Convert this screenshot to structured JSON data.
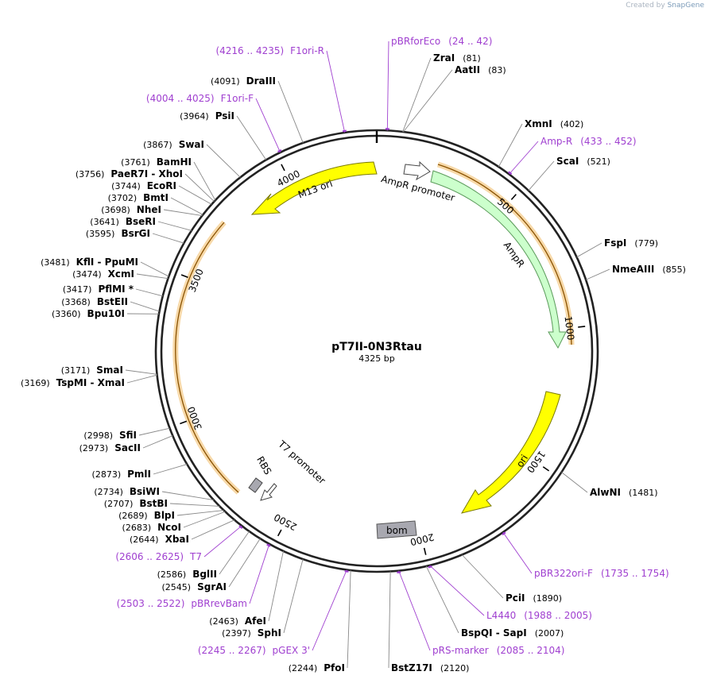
{
  "header": {
    "prefix": "Created by",
    "brand": "SnapGene"
  },
  "plasmid": {
    "name": "pT7II-0N3Rtau",
    "length_label": "4325 bp",
    "length": 4325
  },
  "ticks": [
    {
      "bp": 500,
      "label": "500"
    },
    {
      "bp": 1000,
      "label": "1000"
    },
    {
      "bp": 1500,
      "label": "1500"
    },
    {
      "bp": 2000,
      "label": "2000"
    },
    {
      "bp": 2500,
      "label": "2500"
    },
    {
      "bp": 3000,
      "label": "3000"
    },
    {
      "bp": 3500,
      "label": "3500"
    },
    {
      "bp": 4000,
      "label": "4000"
    }
  ],
  "features": [
    {
      "name": "AmpR promoter",
      "color": "#ffffff"
    },
    {
      "name": "AmpR",
      "color": "#ccffcc"
    },
    {
      "name": "ori",
      "color": "#ffff00"
    },
    {
      "name": "bom",
      "color": "#a8a8b0"
    },
    {
      "name": "T7 promoter",
      "color": "#ffffff"
    },
    {
      "name": "RBS",
      "color": "#a8a8b0"
    },
    {
      "name": "M13 ori",
      "color": "#ffff00"
    }
  ],
  "labels": {
    "right": [
      {
        "type": "primer",
        "name": "pBRforEco",
        "pos": "(24 .. 42)"
      },
      {
        "type": "enzyme",
        "name": "ZraI",
        "pos": "(81)"
      },
      {
        "type": "enzyme",
        "name": "AatII",
        "pos": "(83)"
      },
      {
        "type": "enzyme",
        "name": "XmnI",
        "pos": "(402)"
      },
      {
        "type": "primer",
        "name": "Amp-R",
        "pos": "(433 .. 452)"
      },
      {
        "type": "enzyme",
        "name": "ScaI",
        "pos": "(521)"
      },
      {
        "type": "enzyme",
        "name": "FspI",
        "pos": "(779)"
      },
      {
        "type": "enzyme",
        "name": "NmeAIII",
        "pos": "(855)"
      },
      {
        "type": "enzyme",
        "name": "AlwNI",
        "pos": "(1481)"
      },
      {
        "type": "primer",
        "name": "pBR322ori-F",
        "pos": "(1735 .. 1754)"
      },
      {
        "type": "enzyme",
        "name": "PciI",
        "pos": "(1890)"
      },
      {
        "type": "primer",
        "name": "L4440",
        "pos": "(1988 .. 2005)"
      },
      {
        "type": "enzyme",
        "name": "BspQI - SapI",
        "pos": "(2007)"
      },
      {
        "type": "primer",
        "name": "pRS-marker",
        "pos": "(2085 .. 2104)"
      },
      {
        "type": "enzyme",
        "name": "BstZ17I",
        "pos": "(2120)"
      }
    ],
    "left": [
      {
        "type": "primer",
        "name": "F1ori-R",
        "pos": "(4216 .. 4235)"
      },
      {
        "type": "enzyme",
        "name": "DraIII",
        "pos": "(4091)"
      },
      {
        "type": "primer",
        "name": "F1ori-F",
        "pos": "(4004 .. 4025)"
      },
      {
        "type": "enzyme",
        "name": "PsiI",
        "pos": "(3964)"
      },
      {
        "type": "enzyme",
        "name": "SwaI",
        "pos": "(3867)"
      },
      {
        "type": "enzyme",
        "name": "BamHI",
        "pos": "(3761)"
      },
      {
        "type": "enzyme",
        "name": "PaeR7I - XhoI",
        "pos": "(3756)"
      },
      {
        "type": "enzyme",
        "name": "EcoRI",
        "pos": "(3744)"
      },
      {
        "type": "enzyme",
        "name": "BmtI",
        "pos": "(3702)"
      },
      {
        "type": "enzyme",
        "name": "NheI",
        "pos": "(3698)"
      },
      {
        "type": "enzyme",
        "name": "BseRI",
        "pos": "(3641)"
      },
      {
        "type": "enzyme",
        "name": "BsrGI",
        "pos": "(3595)"
      },
      {
        "type": "enzyme",
        "name": "KflI - PpuMI",
        "pos": "(3481)"
      },
      {
        "type": "enzyme",
        "name": "XcmI",
        "pos": "(3474)"
      },
      {
        "type": "enzyme",
        "name": "PflMI *",
        "pos": "(3417)"
      },
      {
        "type": "enzyme",
        "name": "BstEII",
        "pos": "(3368)"
      },
      {
        "type": "enzyme",
        "name": "Bpu10I",
        "pos": "(3360)"
      },
      {
        "type": "enzyme",
        "name": "SmaI",
        "pos": "(3171)"
      },
      {
        "type": "enzyme",
        "name": "TspMI - XmaI",
        "pos": "(3169)"
      },
      {
        "type": "enzyme",
        "name": "SfiI",
        "pos": "(2998)"
      },
      {
        "type": "enzyme",
        "name": "SacII",
        "pos": "(2973)"
      },
      {
        "type": "enzyme",
        "name": "PmlI",
        "pos": "(2873)"
      },
      {
        "type": "enzyme",
        "name": "BsiWI",
        "pos": "(2734)"
      },
      {
        "type": "enzyme",
        "name": "BstBI",
        "pos": "(2707)"
      },
      {
        "type": "enzyme",
        "name": "BlpI",
        "pos": "(2689)"
      },
      {
        "type": "enzyme",
        "name": "NcoI",
        "pos": "(2683)"
      },
      {
        "type": "enzyme",
        "name": "XbaI",
        "pos": "(2644)"
      },
      {
        "type": "primer",
        "name": "T7",
        "pos": "(2606 .. 2625)"
      },
      {
        "type": "enzyme",
        "name": "BglII",
        "pos": "(2586)"
      },
      {
        "type": "enzyme",
        "name": "SgrAI",
        "pos": "(2545)"
      },
      {
        "type": "primer",
        "name": "pBRrevBam",
        "pos": "(2503 .. 2522)"
      },
      {
        "type": "enzyme",
        "name": "AfeI",
        "pos": "(2463)"
      },
      {
        "type": "enzyme",
        "name": "SphI",
        "pos": "(2397)"
      },
      {
        "type": "primer",
        "name": "pGEX 3'",
        "pos": "(2245 .. 2267)"
      },
      {
        "type": "enzyme",
        "name": "PfoI",
        "pos": "(2244)"
      }
    ]
  }
}
